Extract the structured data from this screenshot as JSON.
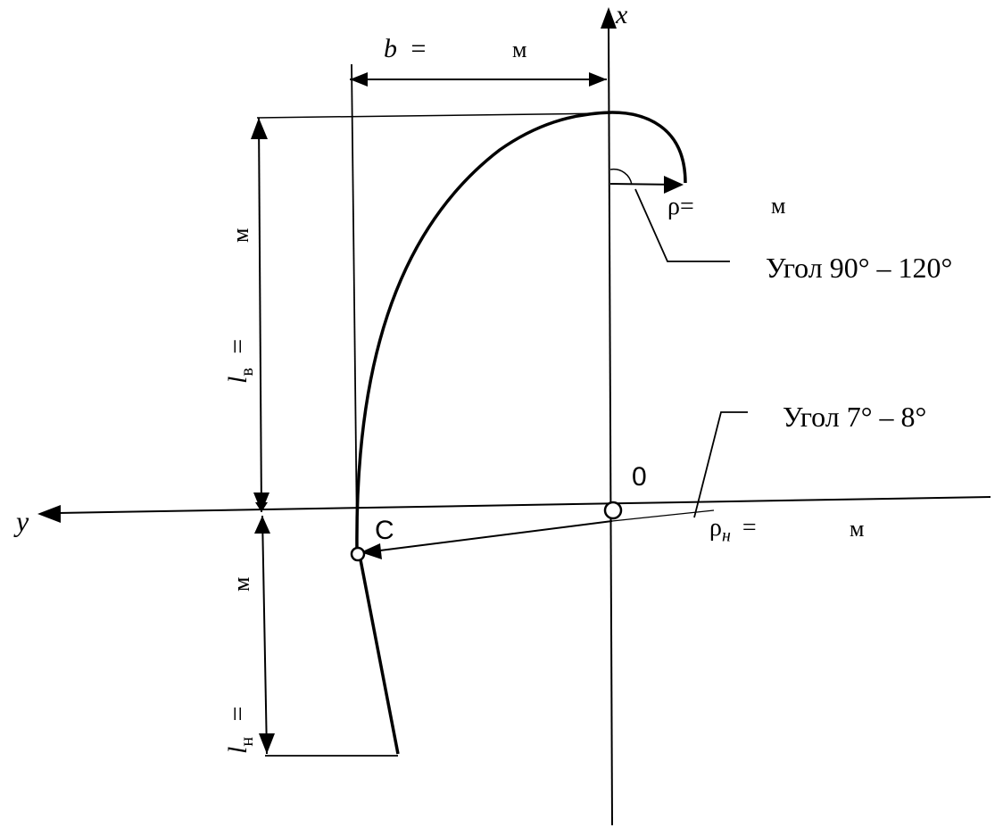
{
  "axes": {
    "x_label": "x",
    "y_label": "y"
  },
  "points": {
    "origin": "0",
    "c": "C"
  },
  "dimensions": {
    "b": {
      "symbol": "b",
      "eq": "=",
      "unit": "м"
    },
    "rho": {
      "text": "ρ=",
      "unit": "м"
    },
    "rho_n": {
      "symbol": "ρ",
      "sub": "н",
      "eq": "=",
      "unit": "м"
    },
    "l_v": {
      "symbol": "l",
      "sub": "в",
      "eq": "=",
      "unit": "м"
    },
    "l_n": {
      "symbol": "l",
      "sub": "н",
      "eq": "=",
      "unit": "м"
    }
  },
  "annotations": {
    "angle_top": "Угол 90° – 120°",
    "angle_bottom": "Угол 7° – 8°"
  }
}
